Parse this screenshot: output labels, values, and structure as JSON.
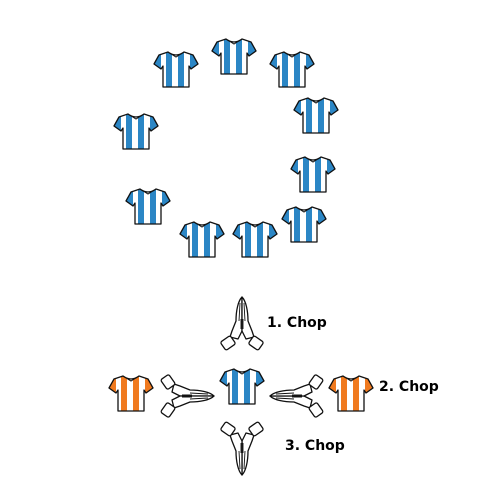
{
  "colors": {
    "blue": "#2b86c5",
    "orange": "#f07a1f",
    "outline": "#111111",
    "base": "#ffffff"
  },
  "icons": {
    "jersey": "jersey-icon",
    "hands": "praying-hands-icon"
  },
  "labels": {
    "chop1": "1. Chop",
    "chop2": "2. Chop",
    "chop3": "3. Chop"
  }
}
